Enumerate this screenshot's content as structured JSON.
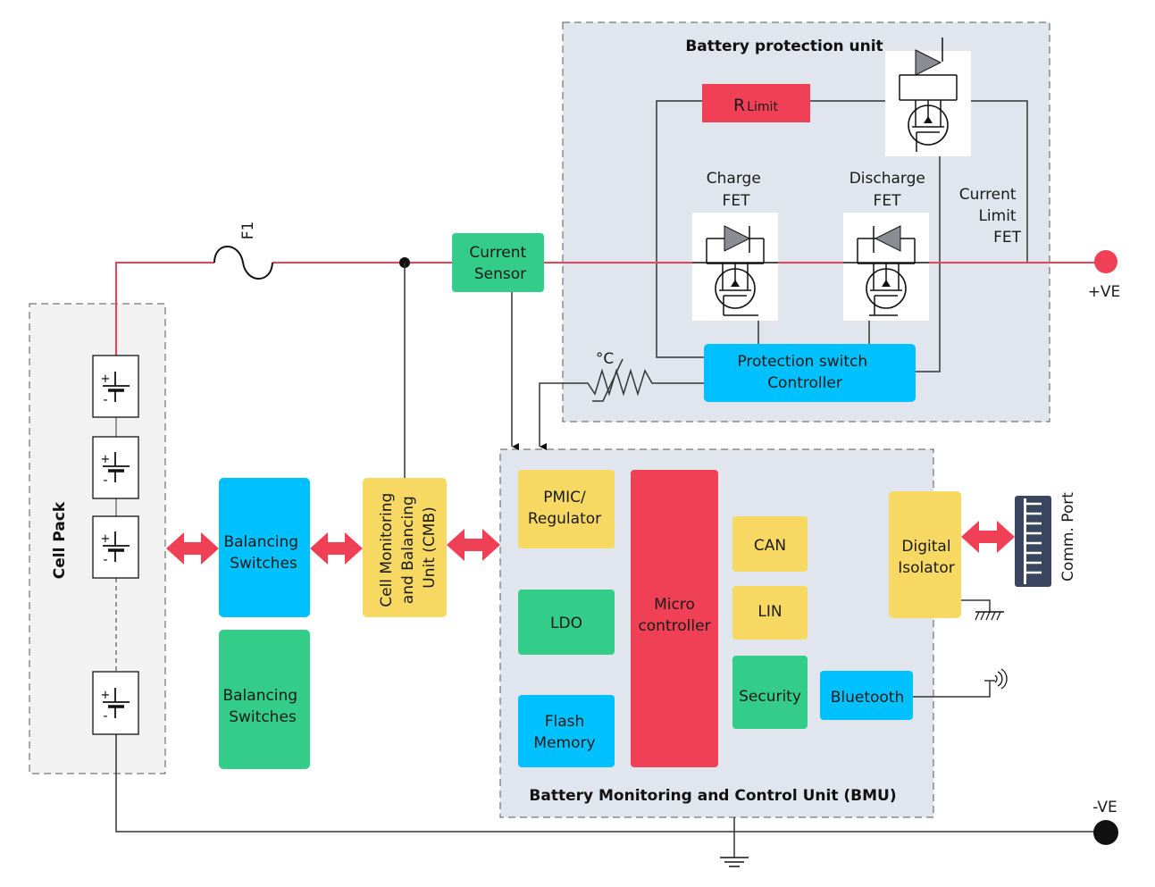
{
  "colors": {
    "blue": "#00C1FF",
    "green": "#33CC88",
    "yellow": "#F6D863",
    "red": "#EF4055",
    "panel": "#E1E6EE",
    "cell_pack_bg": "#F2F2F2",
    "comm_port": "#3A4560"
  },
  "protection_unit": {
    "title": "Battery protection unit",
    "r_limit": {
      "main": "R",
      "sub": "Limit"
    },
    "charge_fet": [
      "Charge",
      "FET"
    ],
    "discharge_fet": [
      "Discharge",
      "FET"
    ],
    "current_limit_fet": [
      "Current",
      "Limit",
      "FET"
    ],
    "controller": [
      "Protection switch",
      "Controller"
    ],
    "thermistor_label": "°C"
  },
  "fuse_label": "F1",
  "current_sensor": [
    "Current",
    "Sensor"
  ],
  "terminals": {
    "positive": "+VE",
    "negative": "-VE"
  },
  "cell_pack": {
    "title": "Cell Pack",
    "cell_plus": "+",
    "cell_minus": "-"
  },
  "balancing_switches": [
    [
      "Balancing",
      "Switches"
    ],
    [
      "Balancing",
      "Switches"
    ]
  ],
  "cmb": [
    "Cell Monitoring",
    "and Balancing",
    "Unit (CMB)"
  ],
  "bmu": {
    "title": "Battery Monitoring and Control Unit (BMU)",
    "pmic": [
      "PMIC/",
      "Regulator"
    ],
    "ldo": "LDO",
    "flash": [
      "Flash",
      "Memory"
    ],
    "micro": [
      "Micro",
      "controller"
    ],
    "can": "CAN",
    "lin": "LIN",
    "security": "Security",
    "bluetooth": "Bluetooth",
    "isolator": [
      "Digital",
      "Isolator"
    ]
  },
  "comm_port": "Comm. Port"
}
